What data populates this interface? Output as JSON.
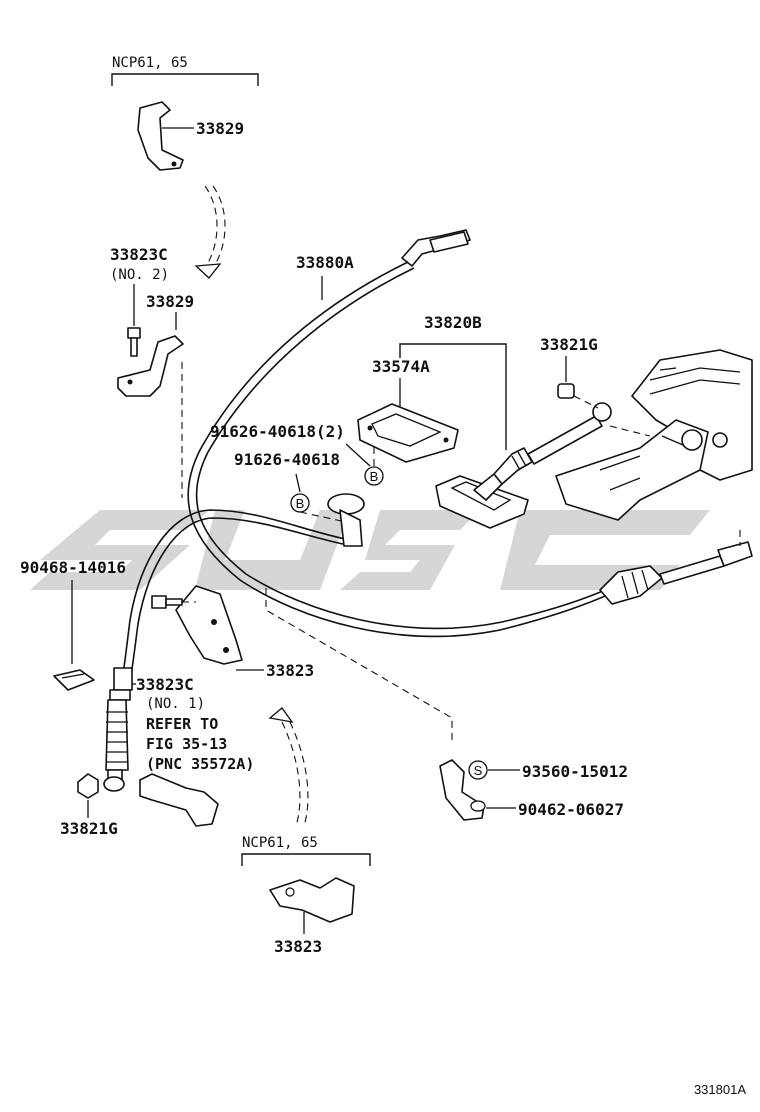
{
  "diagram": {
    "reference_code": "331801A",
    "groups": [
      {
        "label": "NCP61, 65"
      },
      {
        "label": "NCP61, 65"
      }
    ],
    "parts": {
      "p33829_a": "33829",
      "p33823C_no2": "33823C",
      "p33823C_no2_sub": "(NO. 2)",
      "p33829_b": "33829",
      "p33880A": "33880A",
      "p33820B": "33820B",
      "p33821G_top": "33821G",
      "p33574A": "33574A",
      "p91626_2": "91626-40618(2)",
      "p91626": "91626-40618",
      "p90468": "90468-14016",
      "p33823": "33823",
      "p33823C_no1": "33823C",
      "p33823C_no1_sub": "(NO. 1)",
      "refer_line1": "REFER TO",
      "refer_line2": "FIG 35-13",
      "refer_line3": "(PNC 35572A)",
      "p33821G_bottom": "33821G",
      "p93560": "93560-15012",
      "p90462": "90462-06027",
      "p33823_bottom": "33823"
    },
    "symbols": {
      "b1": "B",
      "b2": "B",
      "s1": "S"
    }
  }
}
